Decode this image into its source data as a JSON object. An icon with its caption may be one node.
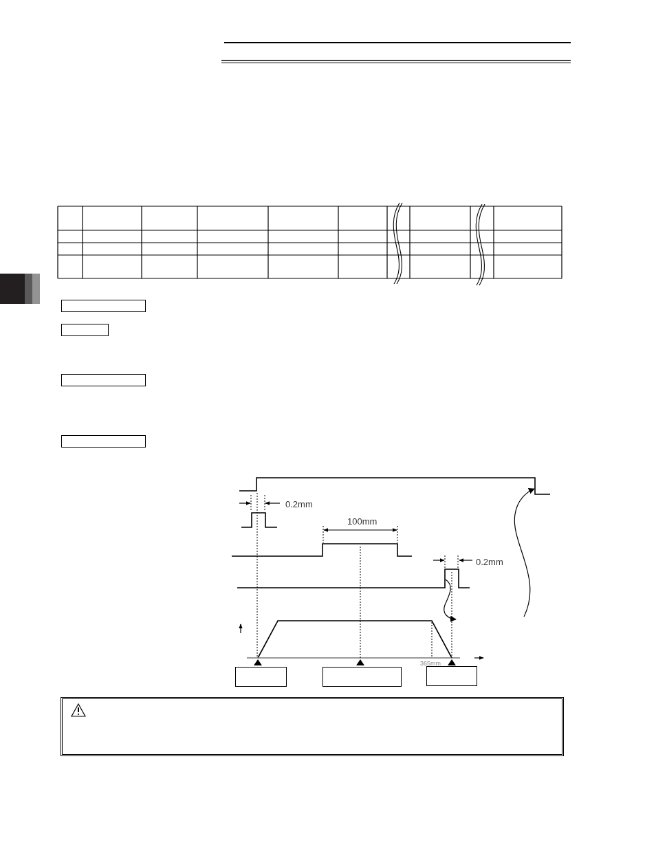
{
  "diagram": {
    "nodes": [
      {
        "text": [],
        "shape": "box"
      },
      {
        "text": [],
        "shape": "box"
      },
      {
        "text": [],
        "shape": "box"
      },
      {
        "text": [],
        "shape": "box"
      },
      {
        "text": [],
        "shape": "box"
      },
      {
        "text": [],
        "shape": "box"
      },
      {
        "text": [],
        "shape": "box"
      }
    ],
    "labels": [
      "0.2mm",
      "100mm",
      "0.2mm",
      "365mm"
    ]
  }
}
